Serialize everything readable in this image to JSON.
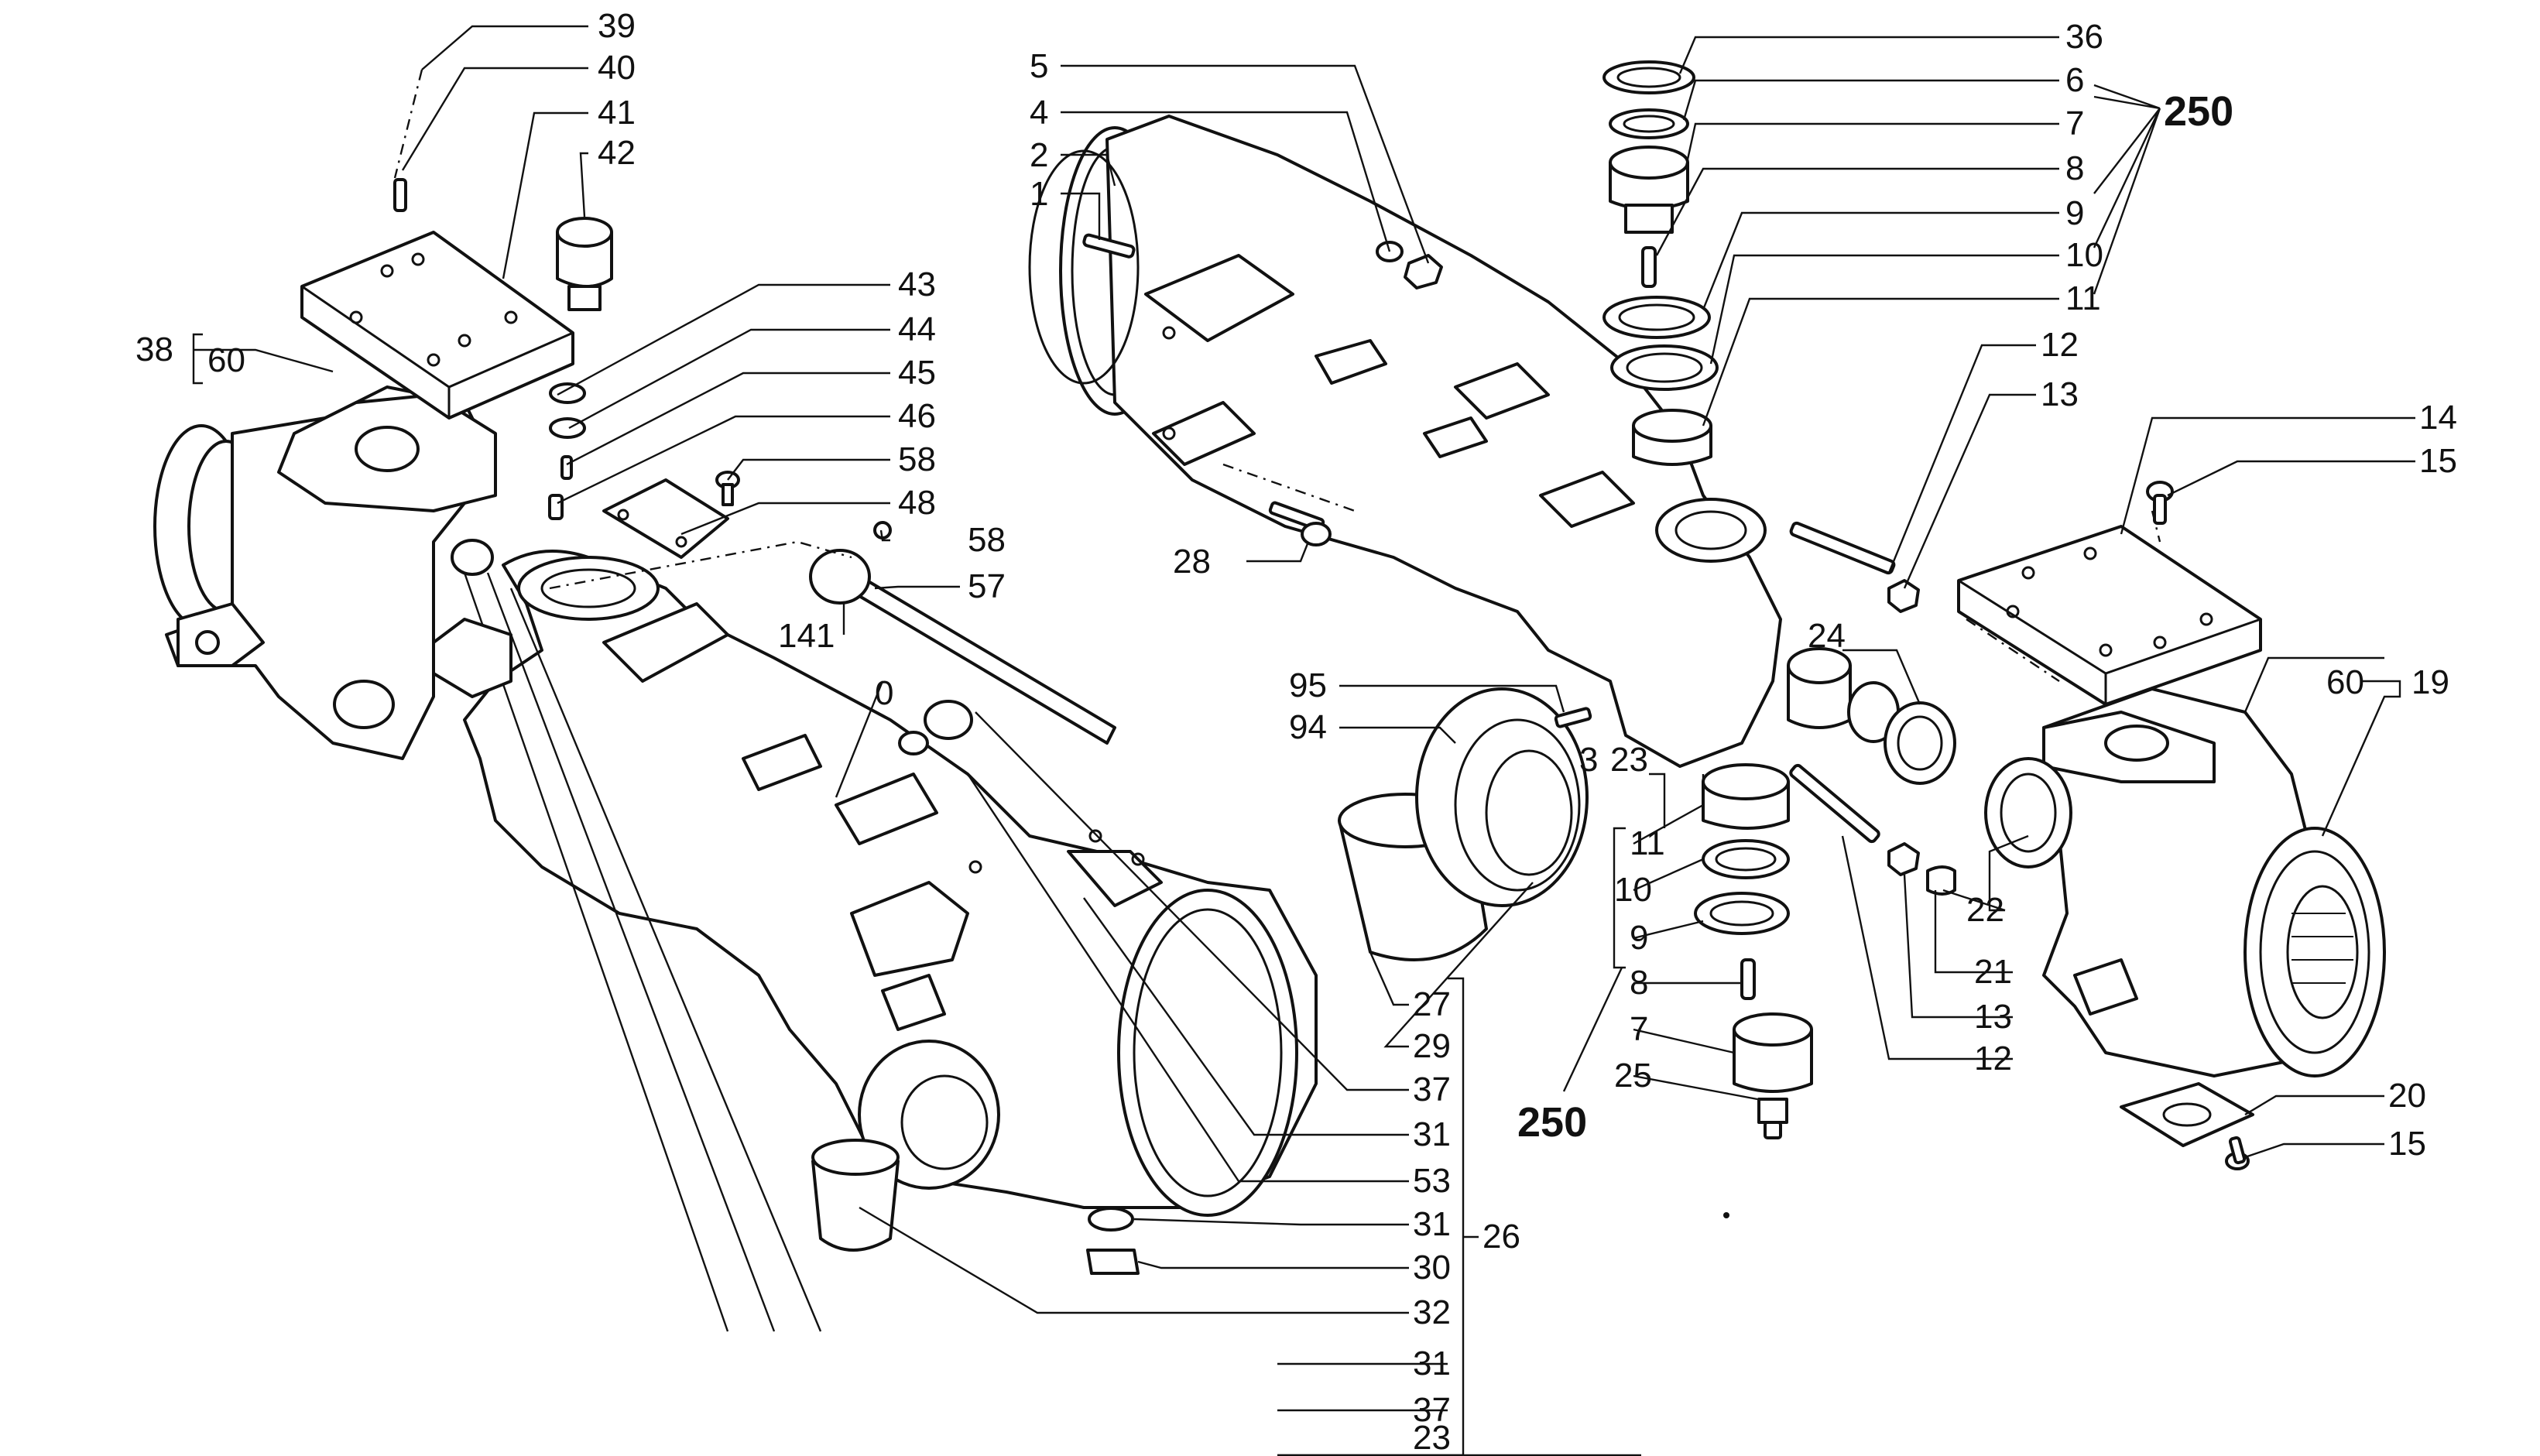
{
  "callouts": {
    "c39": "39",
    "c40": "40",
    "c41": "41",
    "c42": "42",
    "c43": "43",
    "c44": "44",
    "c45": "45",
    "c46": "46",
    "c58a": "58",
    "c48": "48",
    "c58b": "58",
    "c57": "57",
    "c141": "141",
    "c38": "38",
    "c60a": "60",
    "c5": "5",
    "c4": "4",
    "c2": "2",
    "c1": "1",
    "c28": "28",
    "c36": "36",
    "c6a": "6",
    "c7a": "7",
    "c8a": "8",
    "c9a": "9",
    "c10a": "10",
    "c11a": "11",
    "c250a": "250",
    "c12a": "12",
    "c13a": "13",
    "c14": "14",
    "c15a": "15",
    "c95": "95",
    "c94": "94",
    "c0": "0",
    "c24": "24",
    "c3_23": "3",
    "c23a": "23",
    "c11b": "11",
    "c10b": "10",
    "c9b": "9",
    "c8b": "8",
    "c7b": "7",
    "c25": "25",
    "c250b": "250",
    "c22": "22",
    "c21": "21",
    "c13b": "13",
    "c12b": "12",
    "c60b": "60",
    "c19": "19",
    "c20": "20",
    "c15b": "15",
    "c27": "27",
    "c29": "29",
    "c37a": "37",
    "c31a": "31",
    "c53": "53",
    "c31b": "31",
    "c30": "30",
    "c32": "32",
    "c31c": "31",
    "c37b": "37",
    "c23b": "23",
    "c26": "26"
  }
}
